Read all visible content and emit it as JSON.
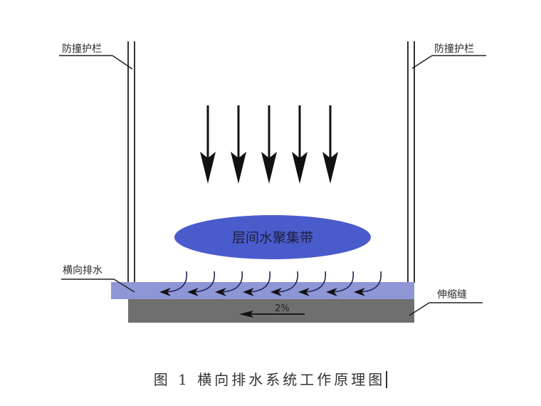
{
  "labels": {
    "guardrail_left": "防撞护栏",
    "guardrail_right": "防撞护栏",
    "lateral_drainage": "横向排水",
    "expansion_joint": "伸缩缝",
    "water_zone": "层间水聚集带",
    "slope": "2%"
  },
  "caption": "图 1  横向排水系统工作原理图",
  "colors": {
    "drainage_layer": "#8f96d6",
    "base_layer": "#6f6f6f",
    "water_zone": "#4a5bcc",
    "line": "#222222"
  },
  "icons": {
    "rain_arrows": "arrow-down-icon",
    "flow_arrows": "curved-arrow-left-icon",
    "slope_arrow": "arrow-left-icon"
  }
}
